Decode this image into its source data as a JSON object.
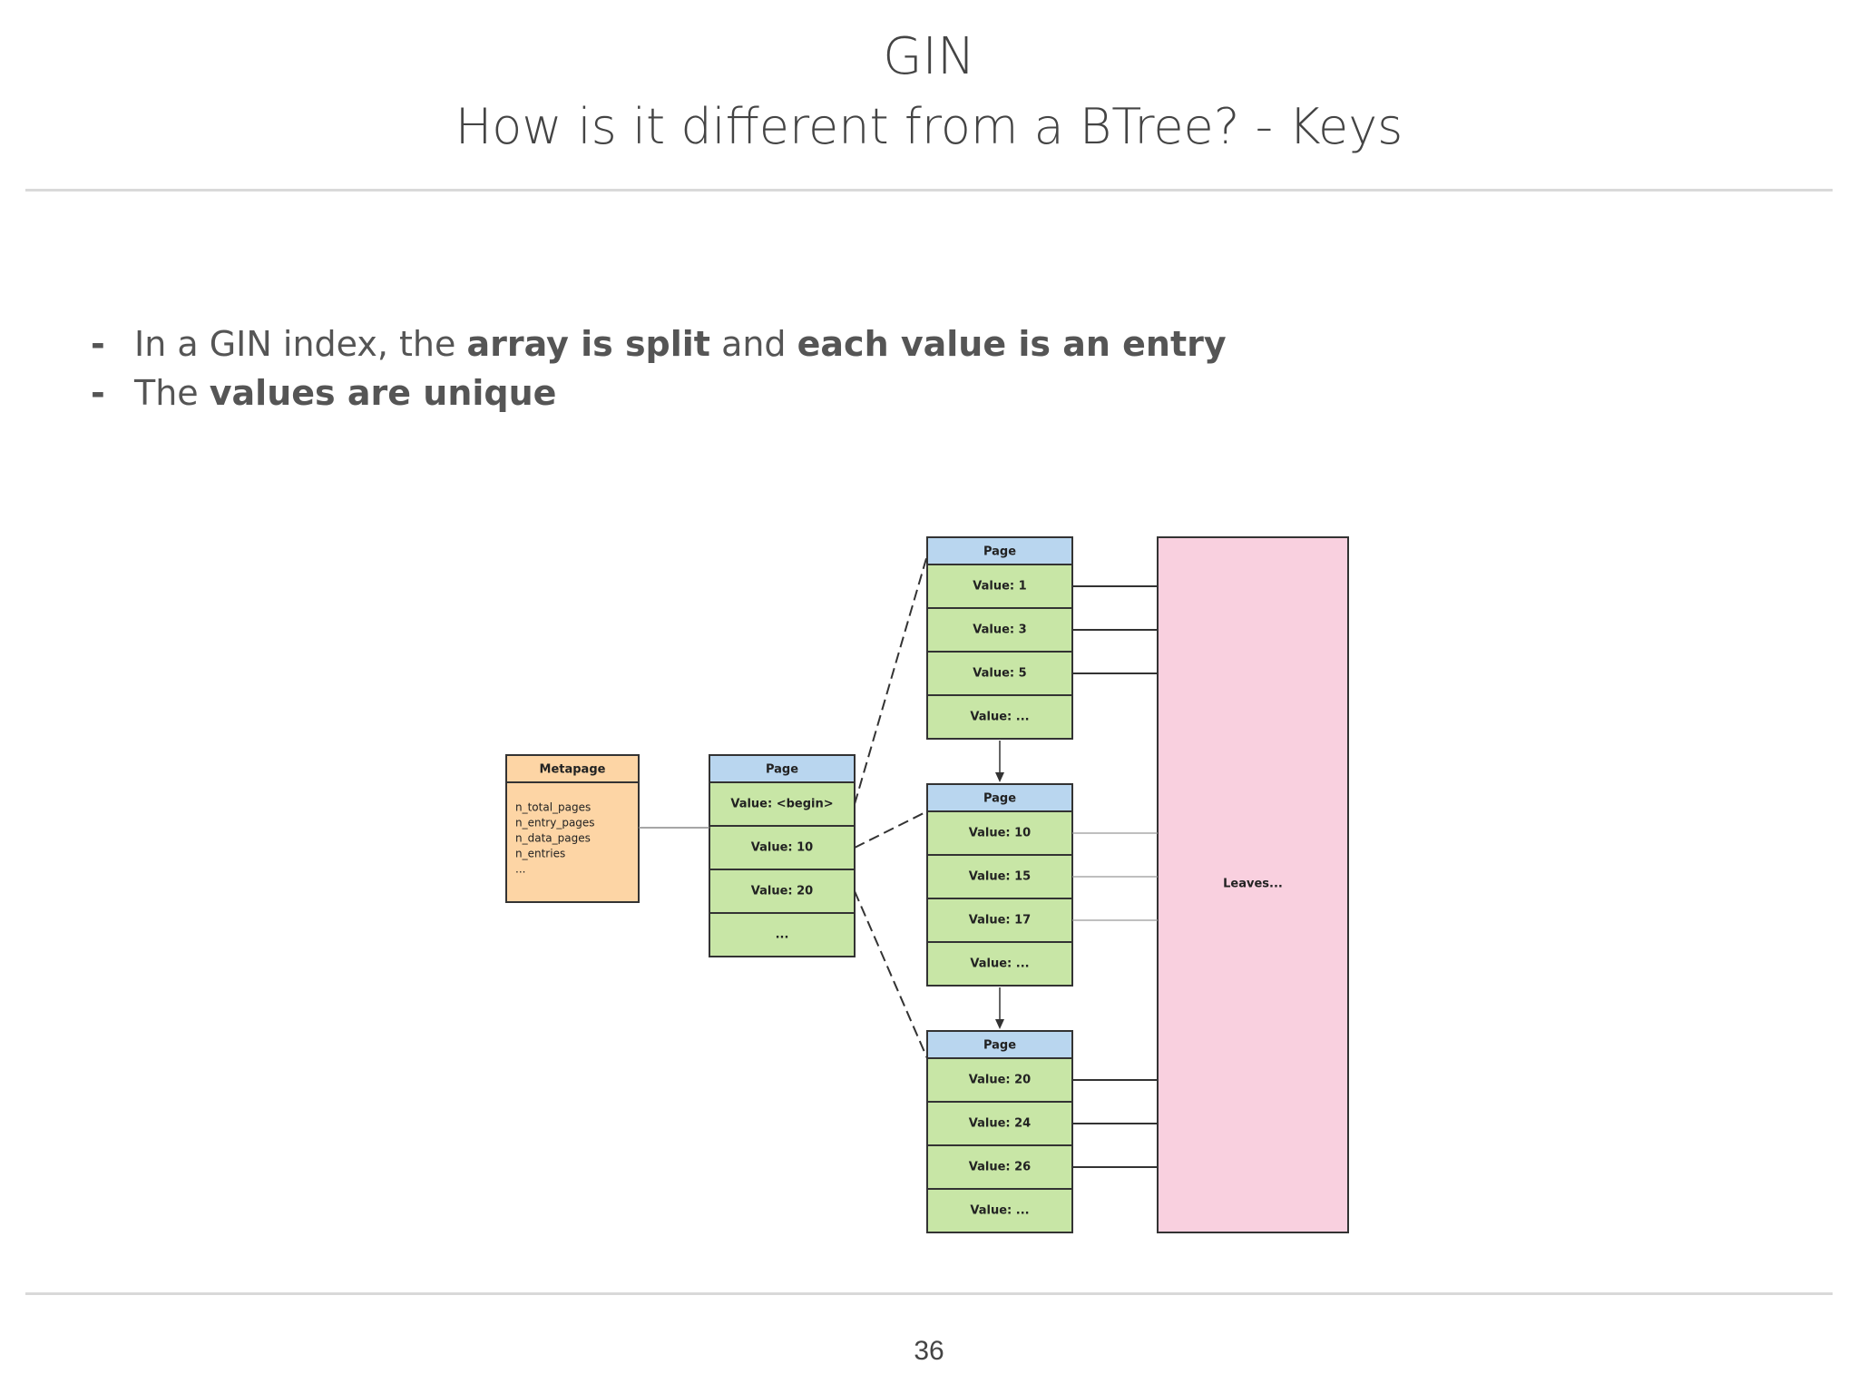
{
  "header": {
    "title": "GIN",
    "subtitle": "How is it different from a BTree? - Keys"
  },
  "bullets": [
    {
      "parts": [
        {
          "text": "In a GIN index, the ",
          "bold": false
        },
        {
          "text": "array is split",
          "bold": true
        },
        {
          "text": " and ",
          "bold": false
        },
        {
          "text": "each value is an entry",
          "bold": true
        }
      ]
    },
    {
      "parts": [
        {
          "text": "The ",
          "bold": false
        },
        {
          "text": "values are unique",
          "bold": true
        }
      ]
    }
  ],
  "diagram": {
    "colors": {
      "metapage_fill": "#fdd5a5",
      "page_header": "#b9d6ef",
      "page_row": "#c8e6a6",
      "leaves_fill": "#f9d0df",
      "stroke": "#333333"
    },
    "metapage": {
      "header": "Metapage",
      "fields": [
        "n_total_pages",
        "n_entry_pages",
        "n_data_pages",
        "n_entries",
        "..."
      ]
    },
    "root_page": {
      "header": "Page",
      "rows": [
        "Value: <begin>",
        "Value: 10",
        "Value: 20",
        "..."
      ]
    },
    "leaf_pages": [
      {
        "header": "Page",
        "rows": [
          "Value: 1",
          "Value: 3",
          "Value: 5",
          "Value: ..."
        ]
      },
      {
        "header": "Page",
        "rows": [
          "Value: 10",
          "Value: 15",
          "Value: 17",
          "Value: ..."
        ]
      },
      {
        "header": "Page",
        "rows": [
          "Value: 20",
          "Value: 24",
          "Value: 26",
          "Value: ..."
        ]
      }
    ],
    "leaves_label": "Leaves..."
  },
  "footer": {
    "page_number": "36"
  }
}
